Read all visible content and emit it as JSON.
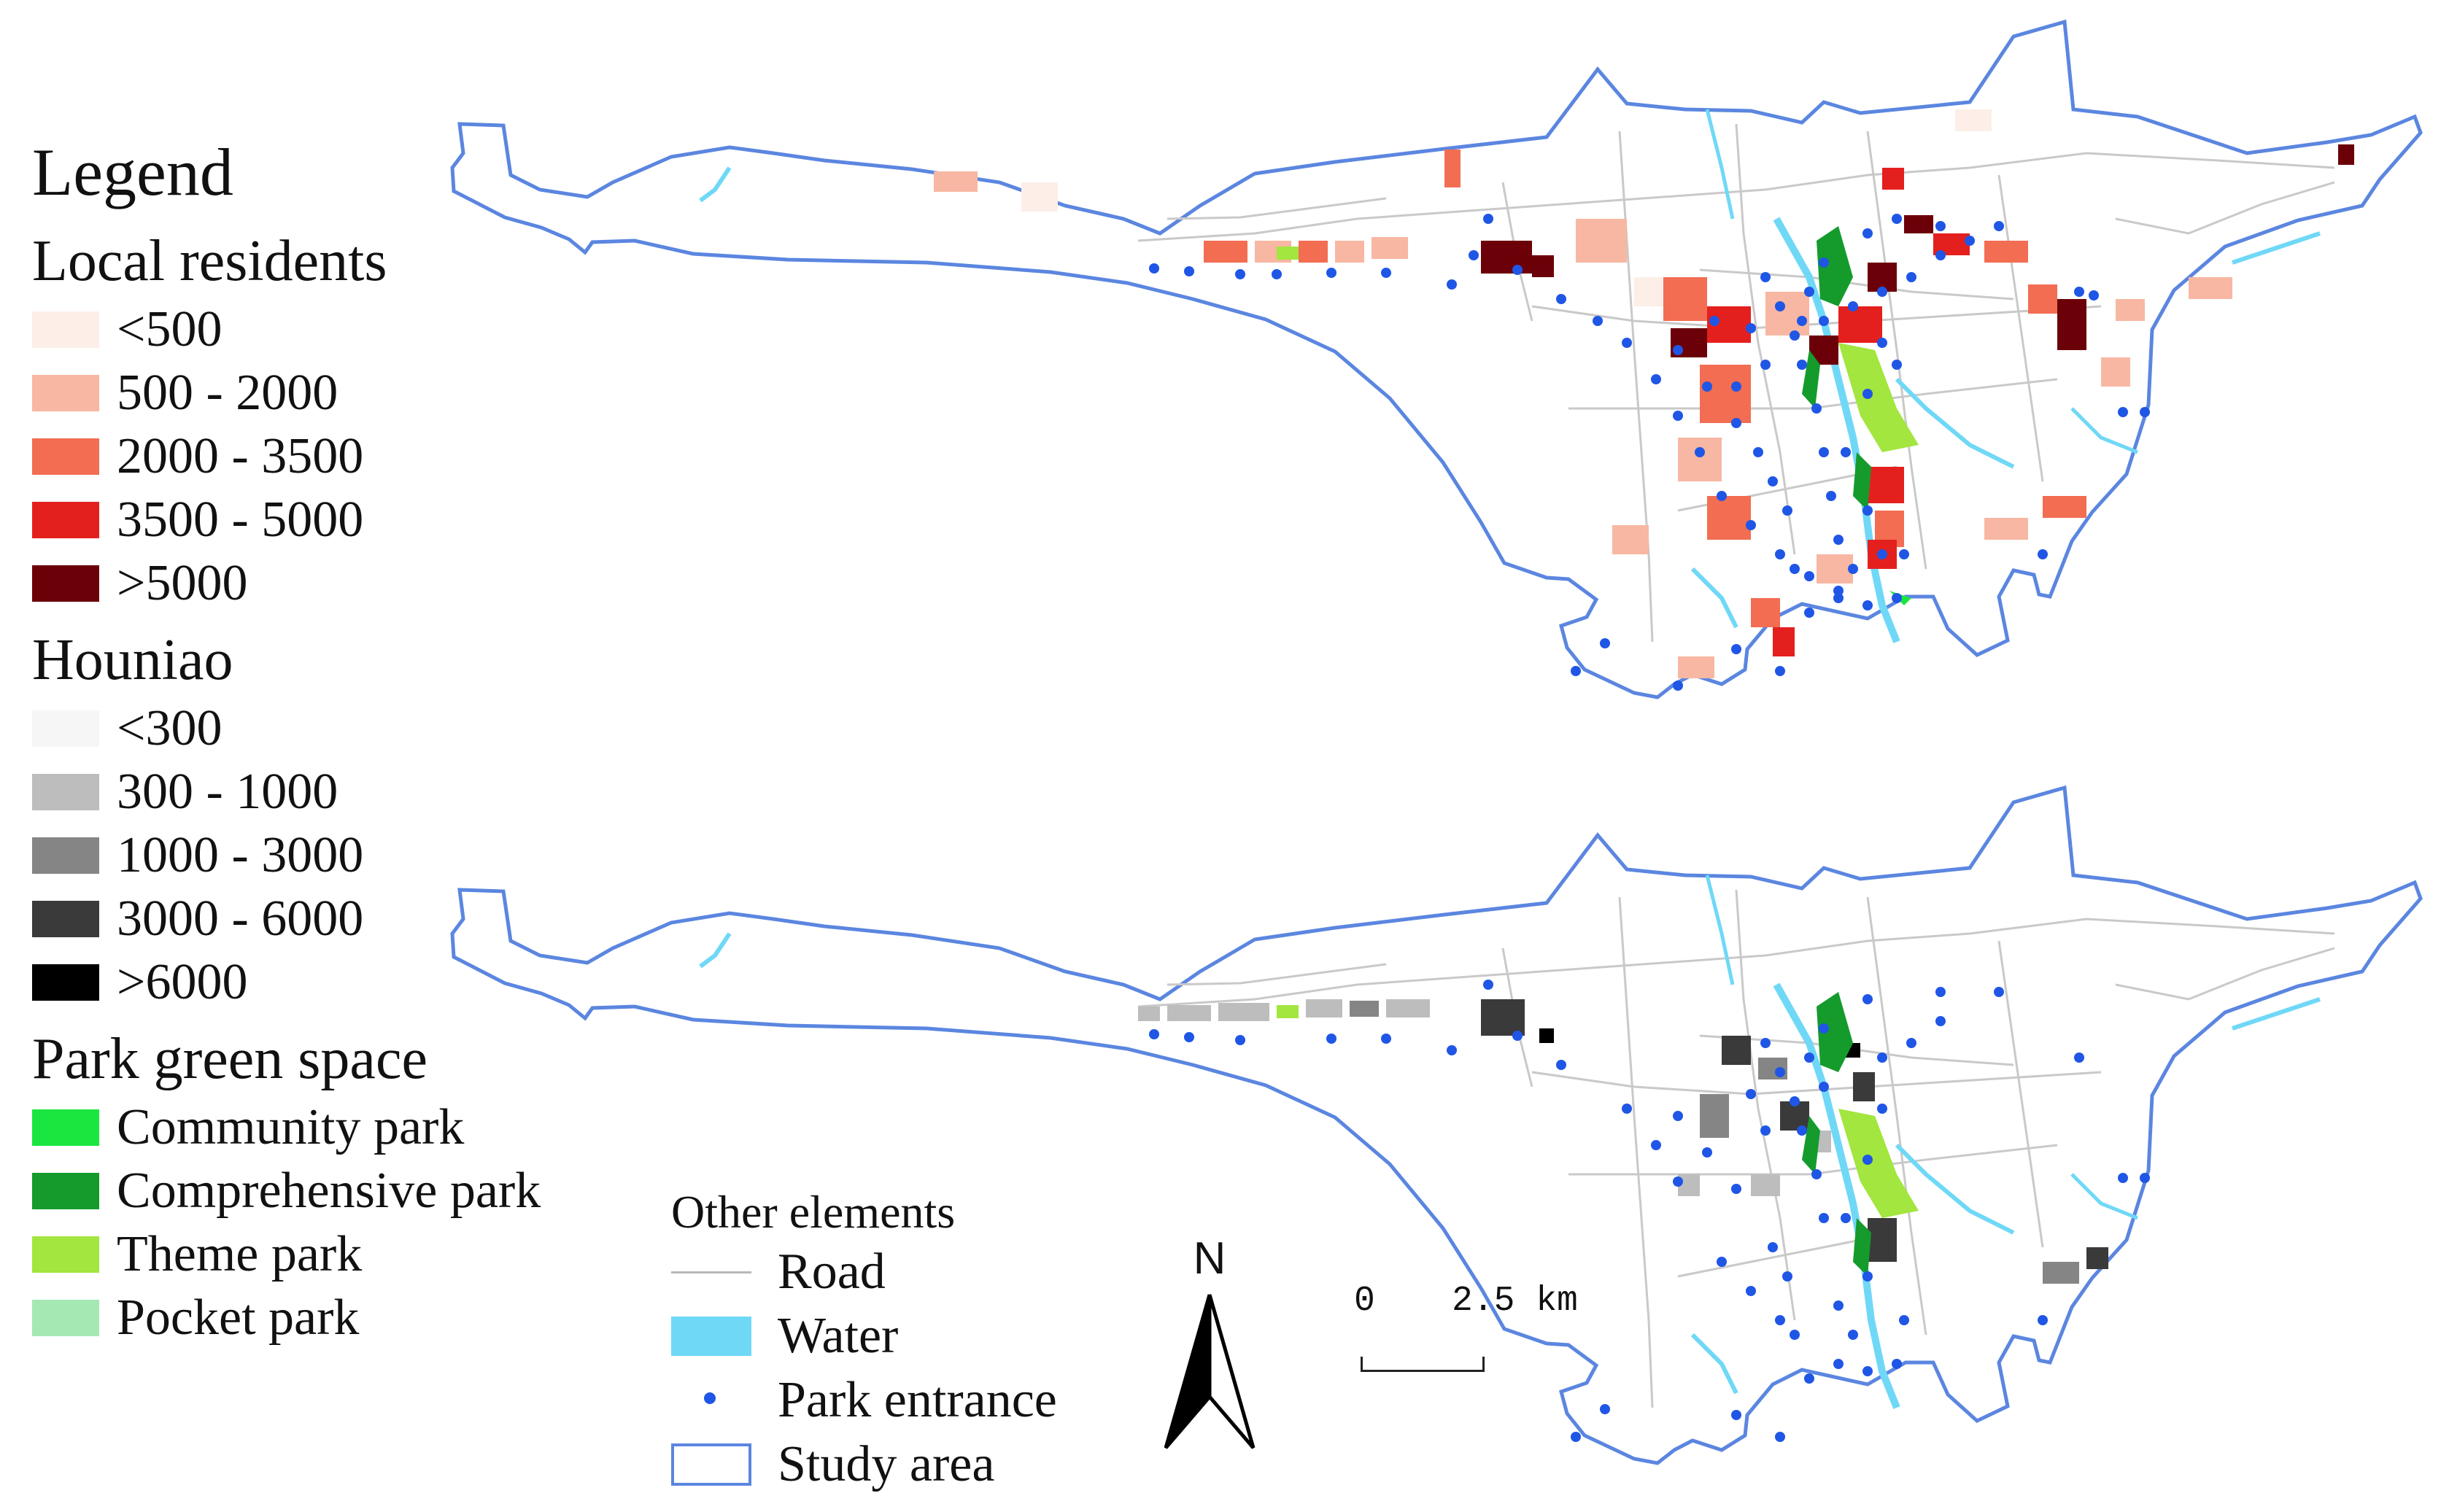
{
  "legend": {
    "title": "Legend",
    "local_residents": {
      "title": "Local residents",
      "items": [
        {
          "label": "<500",
          "color": "#fdeee8"
        },
        {
          "label": "500 - 2000",
          "color": "#f7b7a2"
        },
        {
          "label": "2000 - 3500",
          "color": "#f26d52"
        },
        {
          "label": "3500 - 5000",
          "color": "#e4201e"
        },
        {
          "label": ">5000",
          "color": "#6c0008"
        }
      ]
    },
    "houniao": {
      "title": "Houniao",
      "items": [
        {
          "label": "<300",
          "color": "#f6f6f6"
        },
        {
          "label": "300 - 1000",
          "color": "#bdbdbd"
        },
        {
          "label": "1000 - 3000",
          "color": "#858585"
        },
        {
          "label": "3000 - 6000",
          "color": "#3a3a3a"
        },
        {
          "label": ">6000",
          "color": "#000000"
        }
      ]
    },
    "park_green_space": {
      "title": "Park green space",
      "items": [
        {
          "label": "Community park",
          "color": "#1be640"
        },
        {
          "label": "Comprehensive park",
          "color": "#149b2c"
        },
        {
          "label": "Theme park",
          "color": "#a2e63f"
        },
        {
          "label": "Pocket park",
          "color": "#a6e8b3"
        }
      ]
    }
  },
  "other_elements": {
    "title": "Other elements",
    "items": [
      {
        "label": "Road",
        "symbol": "road-line",
        "color": "#b8b8b8"
      },
      {
        "label": "Water",
        "symbol": "water-fill",
        "color": "#70d8f7"
      },
      {
        "label": "Park entrance",
        "symbol": "entrance-dot",
        "color": "#1f56e6"
      },
      {
        "label": "Study area",
        "symbol": "boundary-outline",
        "color": "#5b86e0"
      }
    ]
  },
  "north_arrow": {
    "label": "N"
  },
  "scale_bar": {
    "zero": "0",
    "distance": "2.5",
    "unit": "km"
  },
  "maps": [
    {
      "variable": "Local residents"
    },
    {
      "variable": "Houniao"
    }
  ]
}
